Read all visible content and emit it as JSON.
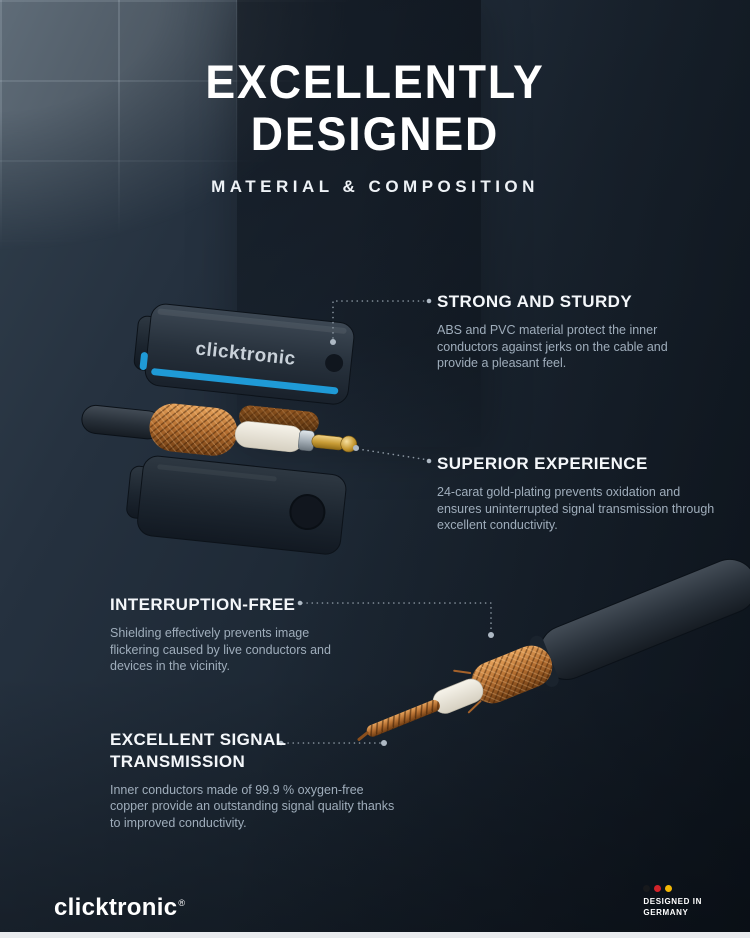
{
  "header": {
    "title_line1": "EXCELLENTLY",
    "title_line2": "DESIGNED",
    "subtitle": "MATERIAL & COMPOSITION"
  },
  "features": [
    {
      "heading": "STRONG AND STURDY",
      "body": "ABS and PVC material protect the inner conductors against jerks on the cable and provide a pleasant feel."
    },
    {
      "heading": "SUPERIOR EXPERIENCE",
      "body": "24-carat gold-plating prevents oxidation and ensures uninterrupted signal transmission through excellent conductivity."
    },
    {
      "heading": "INTERRUPTION-FREE",
      "body": "Shielding effectively prevents image flickering caused by live conductors and devices in the vicinity."
    },
    {
      "heading": "EXCELLENT SIGNAL TRANSMISSION",
      "body": "Inner conductors made of 99.9 % oxygen-free copper provide an outstanding signal quality thanks to improved conductivity."
    }
  ],
  "branding": {
    "logo": "clicktronic",
    "logo_mark": "®",
    "connector_label": "clicktronic",
    "made_line1": "DESIGNED IN",
    "made_line2": "GERMANY"
  },
  "colors": {
    "background_navy": "#1c2734",
    "accent_blue": "#1f9ad6",
    "copper": "#b46e30",
    "gold": "#c79b35",
    "heading_white": "#ffffff",
    "body_text": "#9fadbb",
    "flag_black": "#17191c",
    "flag_red": "#d2232a",
    "flag_yellow": "#f2b705"
  }
}
